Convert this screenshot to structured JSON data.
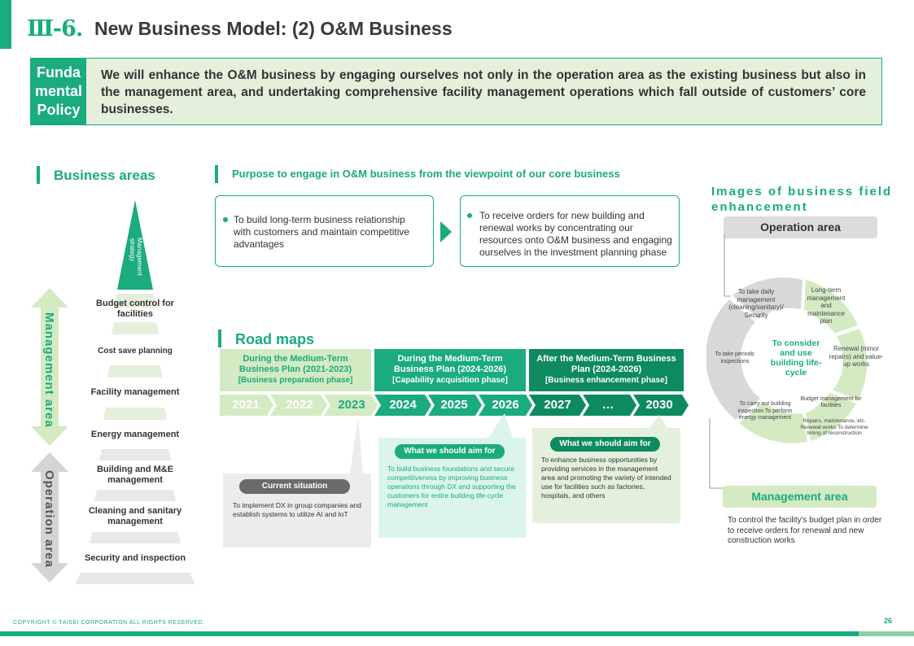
{
  "header": {
    "number": "Ⅲ-6.",
    "title": "New Business Model: (2) O&M  Business"
  },
  "policy": {
    "label_line1": "Funda",
    "label_line2": "mental",
    "label_line3": "Policy",
    "text": "We will enhance  the O&M business  by engaging  ourselves  not only  in the operation  area as the existing  business  but also  in the management  area, and undertaking  comprehensive  facility  management  operations  which fall outside  of customers’  core businesses."
  },
  "business_areas": {
    "title": "Business areas",
    "management_label": "Management area",
    "operation_label": "Operation area",
    "top_label": "Management strategy",
    "items": [
      "Budget control for facilities",
      "Cost save  planning",
      "Facility management",
      "Energy management",
      "Building and  M&E management",
      "Cleaning and sanitary management",
      "Security and inspection"
    ]
  },
  "purpose": {
    "title": "Purpose to engage in O&M business from the viewpoint of our core business",
    "box1": "To build long-term business relationship with customers and maintain competitive  advantages",
    "box2": "To receive orders for new building and renewal works by concentrating our resources onto O&M business and engaging ourselves in the investment planning phase"
  },
  "roadmap": {
    "title": "Road maps",
    "phases": [
      {
        "line1": "During the Medium-Term",
        "line2": "Business Plan (2021-2023)",
        "line3": "[Business preparation phase]"
      },
      {
        "line1": "During the Medium-Term",
        "line2": "Business Plan (2024-2026)",
        "line3": "[Capability acquisition phase]"
      },
      {
        "line1": "After the Medium-Term Business",
        "line2": "Plan (2024-2026)",
        "line3": "[Business enhancement phase]"
      }
    ],
    "years": [
      "2021",
      "2022",
      "2023",
      "2024",
      "2025",
      "2026",
      "2027",
      "…",
      "2030"
    ],
    "current": {
      "tag": "Current situation",
      "text": "To implement DX in group companies and establish systems to utilize AI and IoT"
    },
    "aim1": {
      "tag": "What we  should aim for",
      "text": "To build business foundations and secure competitiveness by improving business operations through DX and supporting the customers for entire building life-cycle management"
    },
    "aim2": {
      "tag": "What we  should aim for",
      "text": "To enhance business opportunities by providing services in the management area and promoting the variety of intended use for facilities such as factories, hospitals, and others"
    }
  },
  "images_panel": {
    "title_line1": "Images of business field",
    "title_line2": "enhancement",
    "operation_area": "Operation area",
    "management_area": "Management area",
    "center": "To consider and use building life-cycle",
    "cycle": {
      "daily": "To take daily management (cleaning/sanitary)/ Security",
      "longterm": "Long-term management and maintenance plan",
      "renewal": "Renewal (minor repairs) and value-up works",
      "budget": "Budget  management for facilities",
      "repairs": "Repairs, maintenance, etc. Renewal works To determine timing of reconstruction",
      "inspection": "To carry out building inspection To perform energy management",
      "periodic": "To take periodic inspections"
    },
    "management_text": "To control the facility's budget plan in order to receive orders for renewal and new construction works"
  },
  "footer": {
    "copyright": "COPYRIGHT © TAISEI CORPORATION ALL RIGHTS RESERVED.",
    "page": "26"
  },
  "colors": {
    "primary_green": "#1aab7e",
    "light_green": "#d4eac3",
    "dark_green": "#0e8a5f",
    "grey": "#dcdcdc"
  }
}
